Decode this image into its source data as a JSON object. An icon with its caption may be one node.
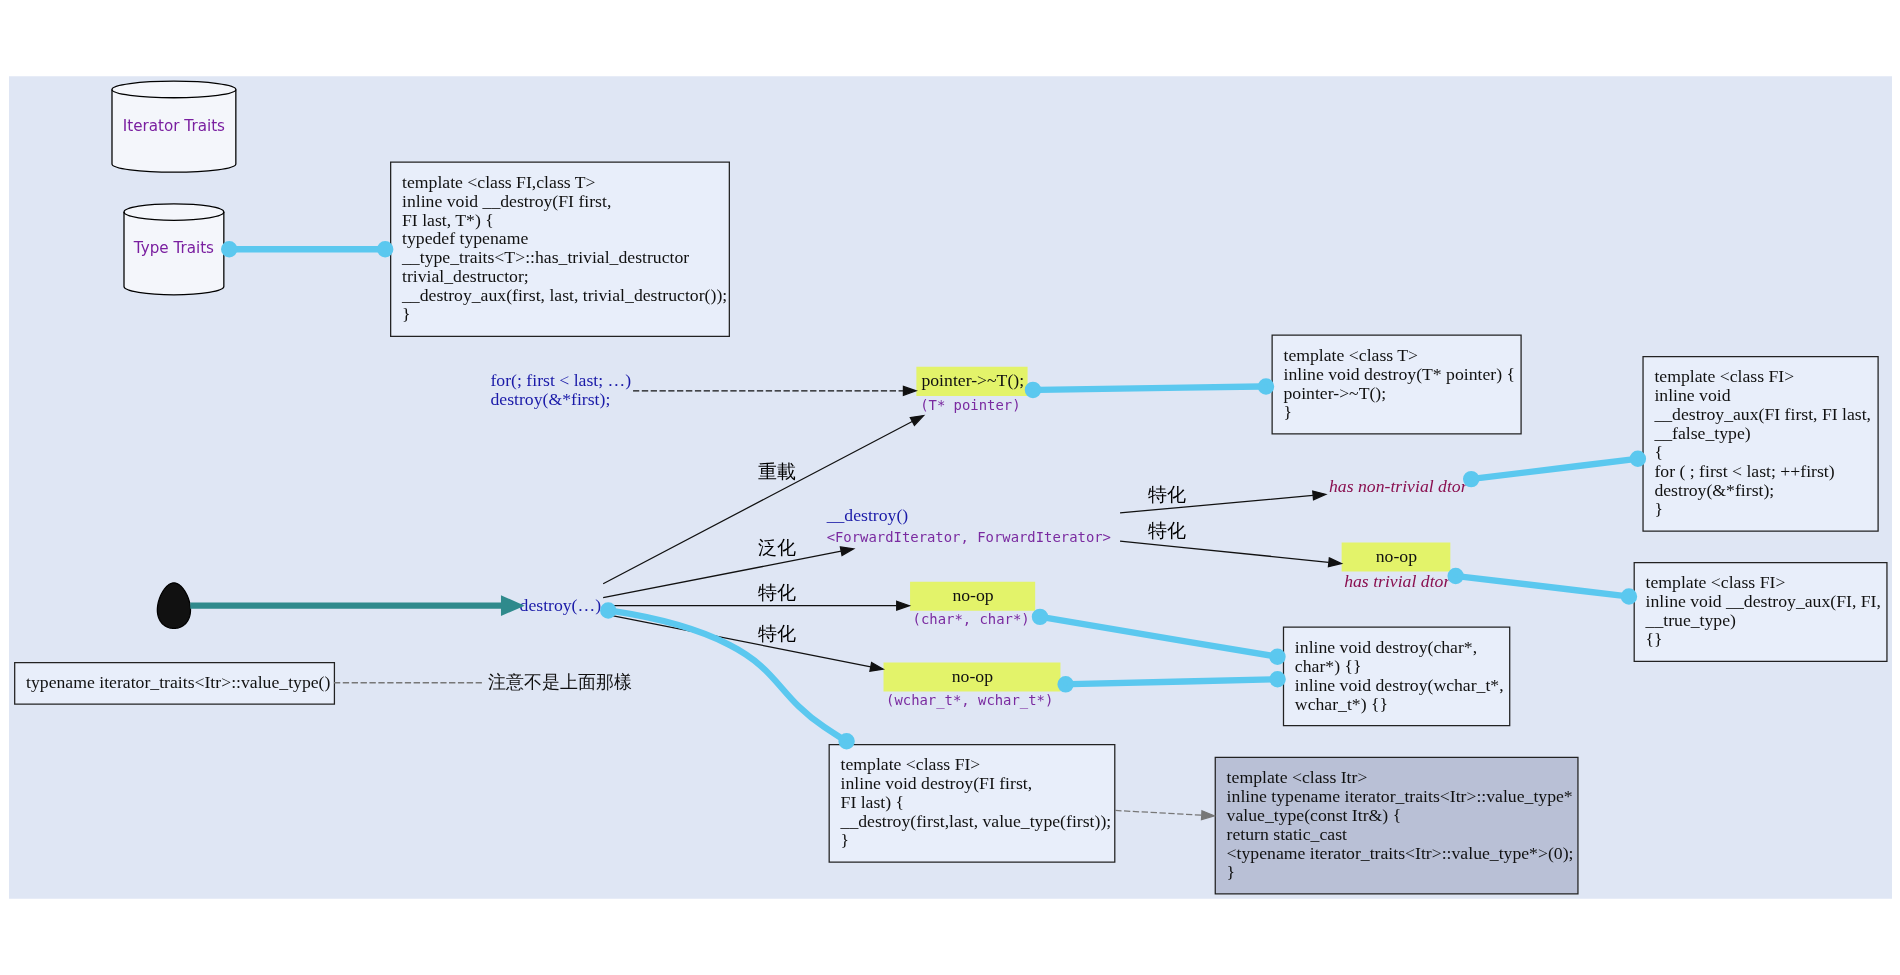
{
  "diagram": {
    "nodes": [
      {
        "text": [
          "typename iterator_traits<Itr>::value_type()"
        ]
      },
      {
        "text": [
          "template <class Itr>",
          "inline typename iterator_traits<Itr>::value_type*",
          "value_type(const Itr&) {",
          "return static_cast",
          "<typename iterator_traits<Itr>::value_type*>(0);",
          "}"
        ]
      },
      {
        "text": [
          "注意不是上面那樣"
        ]
      },
      {
        "text": [
          "Type Traits"
        ]
      },
      {
        "text": [
          "template <class FI,class T>",
          "inline void __destroy(FI first,",
          "FI last, T*) {",
          "typedef typename",
          "__type_traits<T>::has_trivial_destructor",
          "trivial_destructor;",
          "__destroy_aux(first, last, trivial_destructor());",
          "}"
        ]
      },
      {
        "text": [
          "Iterator Traits"
        ]
      },
      {
        "text": [
          "__destroy()"
        ],
        "beside": [
          "<ForwardIterator, ForwardIterator>"
        ]
      },
      {
        "text": [
          "has non-trivial dtor"
        ]
      },
      {
        "text": [
          "template <class FI>",
          "inline void",
          "__destroy_aux(FI first, FI last,",
          "__false_type)",
          "{",
          "for ( ; first < last; ++first)",
          "destroy(&*first);",
          "}"
        ]
      },
      {
        "text": [
          "for(; first < last; …)",
          "destroy(&*first);"
        ]
      },
      {
        "text": [],
        "shape": "person"
      },
      {
        "text": [
          "destroy(…)"
        ]
      },
      {
        "text": [
          "no-op"
        ],
        "beside": [
          "(char*, char*)"
        ]
      },
      {
        "text": [
          "no-op"
        ],
        "beside": [
          "has trivial dtor"
        ]
      },
      {
        "text": [
          "no-op"
        ],
        "beside": [
          "(wchar_t*, wchar_t*)"
        ]
      },
      {
        "text": [
          "template <class FI>",
          "inline void destroy(FI first,",
          "FI last) {",
          "__destroy(first,last, value_type(first));",
          "}"
        ]
      },
      {
        "text": [
          "pointer->~T();"
        ],
        "beside": [
          "(T* pointer)"
        ]
      },
      {
        "text": [
          "template <class T>",
          "inline void destroy(T* pointer) {",
          "pointer->~T();",
          "}"
        ]
      },
      {
        "text": [
          "inline void destroy(char*,",
          "char*) {}",
          "inline void destroy(wchar_t*,",
          "wchar_t*) {}"
        ]
      },
      {
        "text": [
          "template <class FI>",
          "inline void __destroy_aux(FI, FI,",
          "__true_type)",
          "{}"
        ]
      }
    ],
    "edges": [
      {
        "from": 0,
        "to": 2,
        "arrow": "none",
        "style": "dashed",
        "color": "#777777"
      },
      {
        "from": 15,
        "to": 1,
        "arrow": "to",
        "style": "dashed",
        "color": "#777777"
      },
      {
        "from": 11,
        "to": 6,
        "arrow": "to",
        "label": "泛化"
      },
      {
        "from": 6,
        "to": 7,
        "arrow": "to",
        "label": "特化"
      },
      {
        "from": 6,
        "to": 13,
        "arrow": "to",
        "label": "特化"
      },
      {
        "from": 11,
        "to": 12,
        "arrow": "to",
        "label": "特化"
      },
      {
        "from": 11,
        "to": 14,
        "arrow": "to",
        "label": "特化"
      },
      {
        "from": 11,
        "to": 16,
        "arrow": "to",
        "label": "重載"
      },
      {
        "from": 9,
        "to": 16,
        "arrow": "to",
        "style": "dashed"
      },
      {
        "from": 10,
        "to": 11,
        "arrow": "to",
        "style": "thick",
        "color": "#2f8a8c"
      },
      {
        "from": 4,
        "to": 3,
        "arrow": "other",
        "style": "thick",
        "color": "#5bc8ef"
      },
      {
        "from": 8,
        "to": 7,
        "arrow": "other",
        "style": "thick",
        "color": "#5bc8ef"
      },
      {
        "from": 19,
        "to": 13,
        "arrow": "other",
        "style": "thick",
        "color": "#5bc8ef"
      },
      {
        "from": 18,
        "to": 12,
        "arrow": "other",
        "style": "thick",
        "color": "#5bc8ef"
      },
      {
        "from": 18,
        "to": 14,
        "arrow": "other",
        "style": "thick",
        "color": "#5bc8ef"
      },
      {
        "from": 17,
        "to": 16,
        "arrow": "other",
        "style": "thick",
        "color": "#5bc8ef"
      },
      {
        "from": 15,
        "to": 11,
        "arrow": "other",
        "style": "thick",
        "color": "#5bc8ef"
      }
    ]
  }
}
